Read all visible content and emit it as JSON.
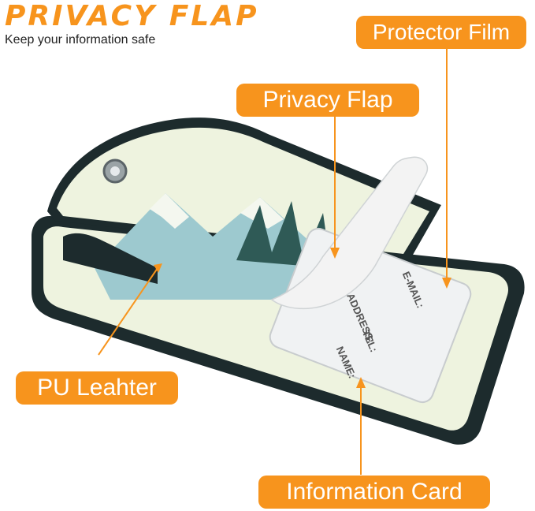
{
  "header": {
    "title": "PRIVACY FLAP",
    "subtitle": "Keep your information safe"
  },
  "callouts": {
    "protector_film": "Protector Film",
    "privacy_flap": "Privacy Flap",
    "pu_leather": "PU Leahter",
    "information_card": "Information Card"
  },
  "card_fields": {
    "email": "E-MAIL:",
    "address": "ADDRESS:",
    "tel": "TEL:",
    "name": "NAME:"
  },
  "colors": {
    "accent": "#f7941d",
    "tag_border": "#1d2b2d",
    "sky": "#eef3df",
    "mountain": "#9dc9cf"
  }
}
